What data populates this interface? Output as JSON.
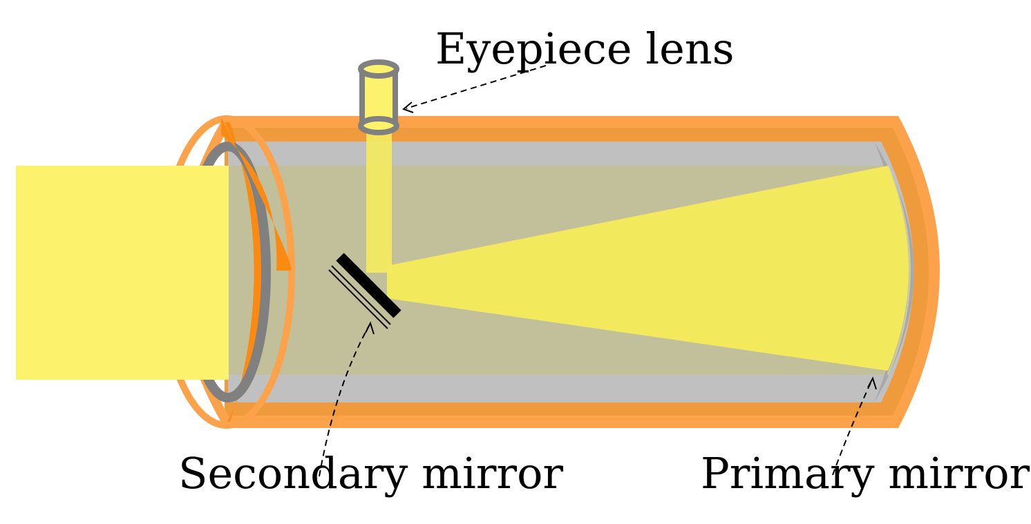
{
  "labels": {
    "eyepiece": "Eyepiece lens",
    "secondary": "Secondary mirror",
    "primary": "Primary mirror"
  },
  "colors": {
    "tube_outer": "#fba24b",
    "tube_band": "#f09a3e",
    "tube_rim_dark": "#fb8a12",
    "tube_inner": "#c0c0c0",
    "light_beam": "#fcf26b",
    "light_cone": "#f3e95c",
    "inner_haze": "#c2c09b",
    "gray_ring": "#808080",
    "mirror": "#a8a8a8",
    "secondary_mirror": "#000000"
  }
}
